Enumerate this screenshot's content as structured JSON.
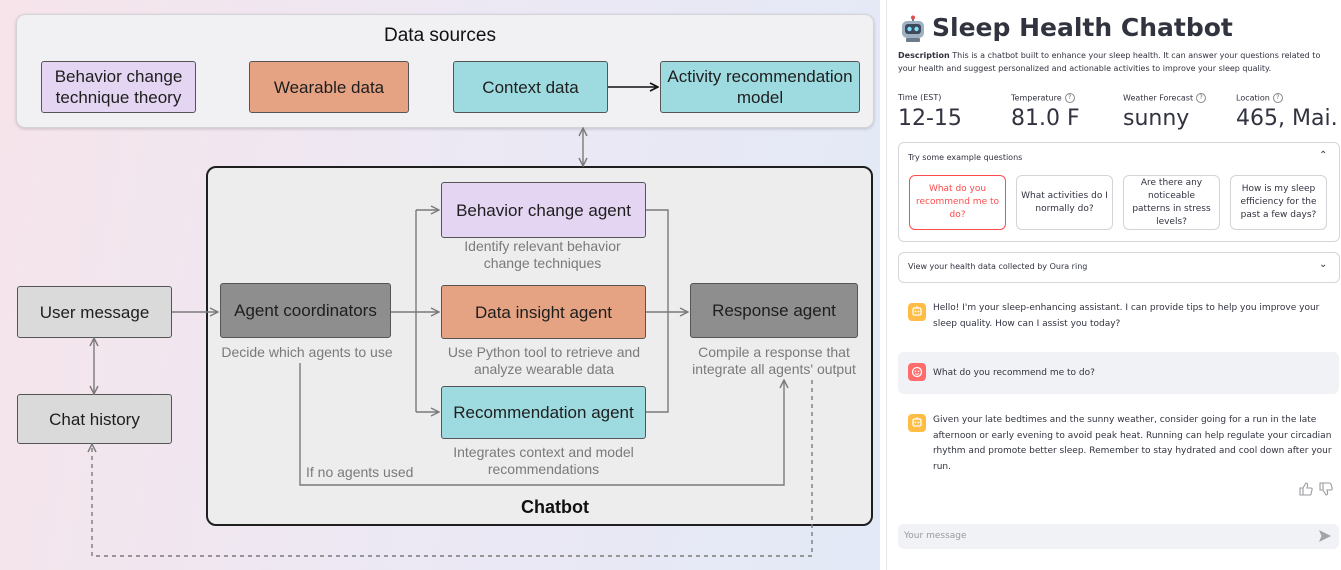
{
  "diagram": {
    "data_sources_title": "Data sources",
    "sources": {
      "behavior_theory": "Behavior change technique theory",
      "wearable": "Wearable data",
      "context": "Context data",
      "activity_model": "Activity recommendation model"
    },
    "user_message": "User message",
    "chat_history": "Chat history",
    "agent_coordinators": "Agent coordinators",
    "agent_coordinators_caption": "Decide which agents to use",
    "behavior_agent": "Behavior change agent",
    "behavior_agent_caption": "Identify relevant behavior change techniques",
    "data_insight_agent": "Data insight agent",
    "data_insight_caption": "Use Python tool to retrieve and analyze wearable data",
    "recommendation_agent": "Recommendation agent",
    "recommendation_caption": "Integrates context and model recommendations",
    "response_agent": "Response agent",
    "response_caption": "Compile a response that integrate all agents' output",
    "no_agents_label": "If no agents used",
    "chatbot_title": "Chatbot"
  },
  "app": {
    "title": "Sleep Health Chatbot",
    "robot_icon": "robot-icon",
    "description_label": "Description",
    "description_text": "This is a chatbot built to enhance your sleep health. It can answer your questions related to your health and suggest personalized and actionable activities to improve your sleep quality.",
    "stats": {
      "time_label": "Time (EST)",
      "time_value": "12-15",
      "temp_label": "Temperature",
      "temp_value": "81.0 F",
      "weather_label": "Weather Forecast",
      "weather_value": "sunny",
      "location_label": "Location",
      "location_value": "465, Mai…"
    },
    "examples_title": "Try some example questions",
    "examples": [
      "What do you recommend me to do?",
      "What activities do I normally do?",
      "Are there any noticeable patterns in stress levels?",
      "How is my sleep efficiency for the past a few days?"
    ],
    "health_data_label": "View your health data collected by Oura ring",
    "messages": [
      {
        "role": "assistant",
        "text": "Hello! I'm your sleep-enhancing assistant. I can provide tips to help you improve your sleep quality. How can I assist you today?"
      },
      {
        "role": "user",
        "text": "What do you recommend me to do?"
      },
      {
        "role": "assistant",
        "text": "Given your late bedtimes and the sunny weather, consider going for a run in the late afternoon or early evening to avoid peak heat. Running can help regulate your circadian rhythm and promote better sleep. Remember to stay hydrated and cool down after your run."
      }
    ],
    "input_placeholder": "Your message",
    "colors": {
      "accent": "#ff4b4b",
      "assistant_avatar": "#ffbd45",
      "user_avatar": "#ff6c6c",
      "user_msg_bg": "#f0f2f6"
    }
  }
}
